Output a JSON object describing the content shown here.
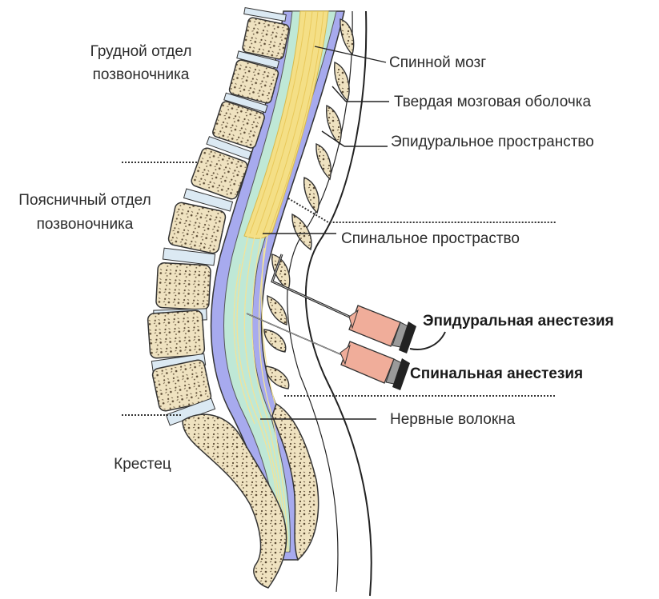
{
  "labels": {
    "thoracic_line1": "Грудной отдел",
    "thoracic_line2": "позвоночника",
    "lumbar_line1": "Поясничный отдел",
    "lumbar_line2": "позвоночника",
    "sacrum": "Крестец",
    "spinal_cord": "Спинной мозг",
    "dura_mater": "Твердая мозговая оболочка",
    "epidural_space": "Эпидуральное пространство",
    "spinal_space": "Спинальное простраство",
    "epidural_anesthesia": "Эпидуральная анестезия",
    "spinal_anesthesia": "Спинальная анестезия",
    "nerve_fibers": "Нервные волокна"
  },
  "colors": {
    "bone": "#efe2c0",
    "bone_spots": "#5b4a33",
    "disc": "#dbe9f3",
    "dura": "#a7aaee",
    "csf": "#bfe8d6",
    "cord": "#f4df86",
    "nerve": "#f6ec9e",
    "syringe": "#f0ad9a",
    "syringe_cap": "#9a9a9a"
  }
}
